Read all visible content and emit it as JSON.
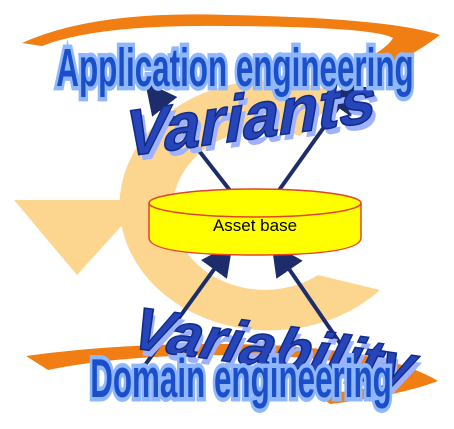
{
  "diagram": {
    "top_label": "Application engineering",
    "variants_label": "Variants",
    "asset_label": "Asset base",
    "variability_label": "Variability",
    "bottom_label": "Domain engineering"
  },
  "colors": {
    "cycle_fill": "#fcd68f",
    "ellipse_orange": "#f07e12",
    "text_blue": "#1b4fc9",
    "text_outline": "#8fb7ff",
    "variant_fill": "#2645b8",
    "variant_shadow": "#9fb2ff",
    "arrow_navy": "#1d2d6b",
    "asset_fill": "#ffff00",
    "asset_edge": "#e3432c"
  }
}
